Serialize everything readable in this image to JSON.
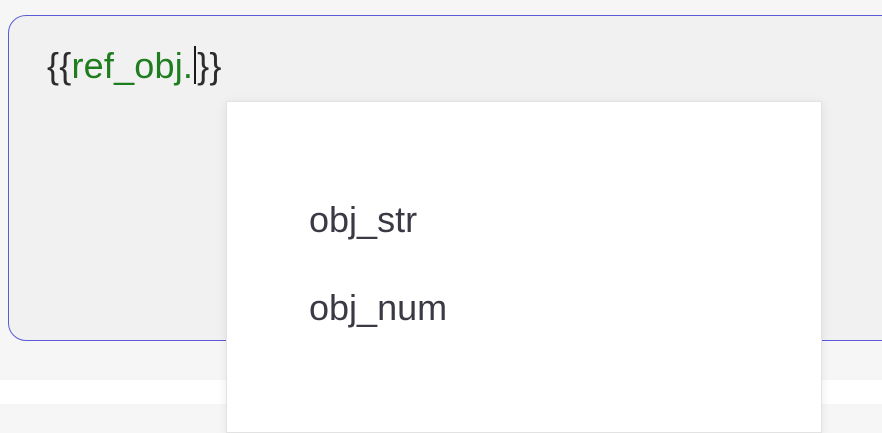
{
  "editor": {
    "open_braces": "{{",
    "ref_path": "ref_obj.",
    "close_braces": "}}"
  },
  "autocomplete": {
    "items": [
      {
        "label": "obj_str"
      },
      {
        "label": "obj_num"
      }
    ]
  },
  "colors": {
    "editor_border": "#5b5bd6",
    "editor_bg": "#f1f1f1",
    "ref_text": "#1e7d1e",
    "dropdown_text": "#3a3a44"
  }
}
